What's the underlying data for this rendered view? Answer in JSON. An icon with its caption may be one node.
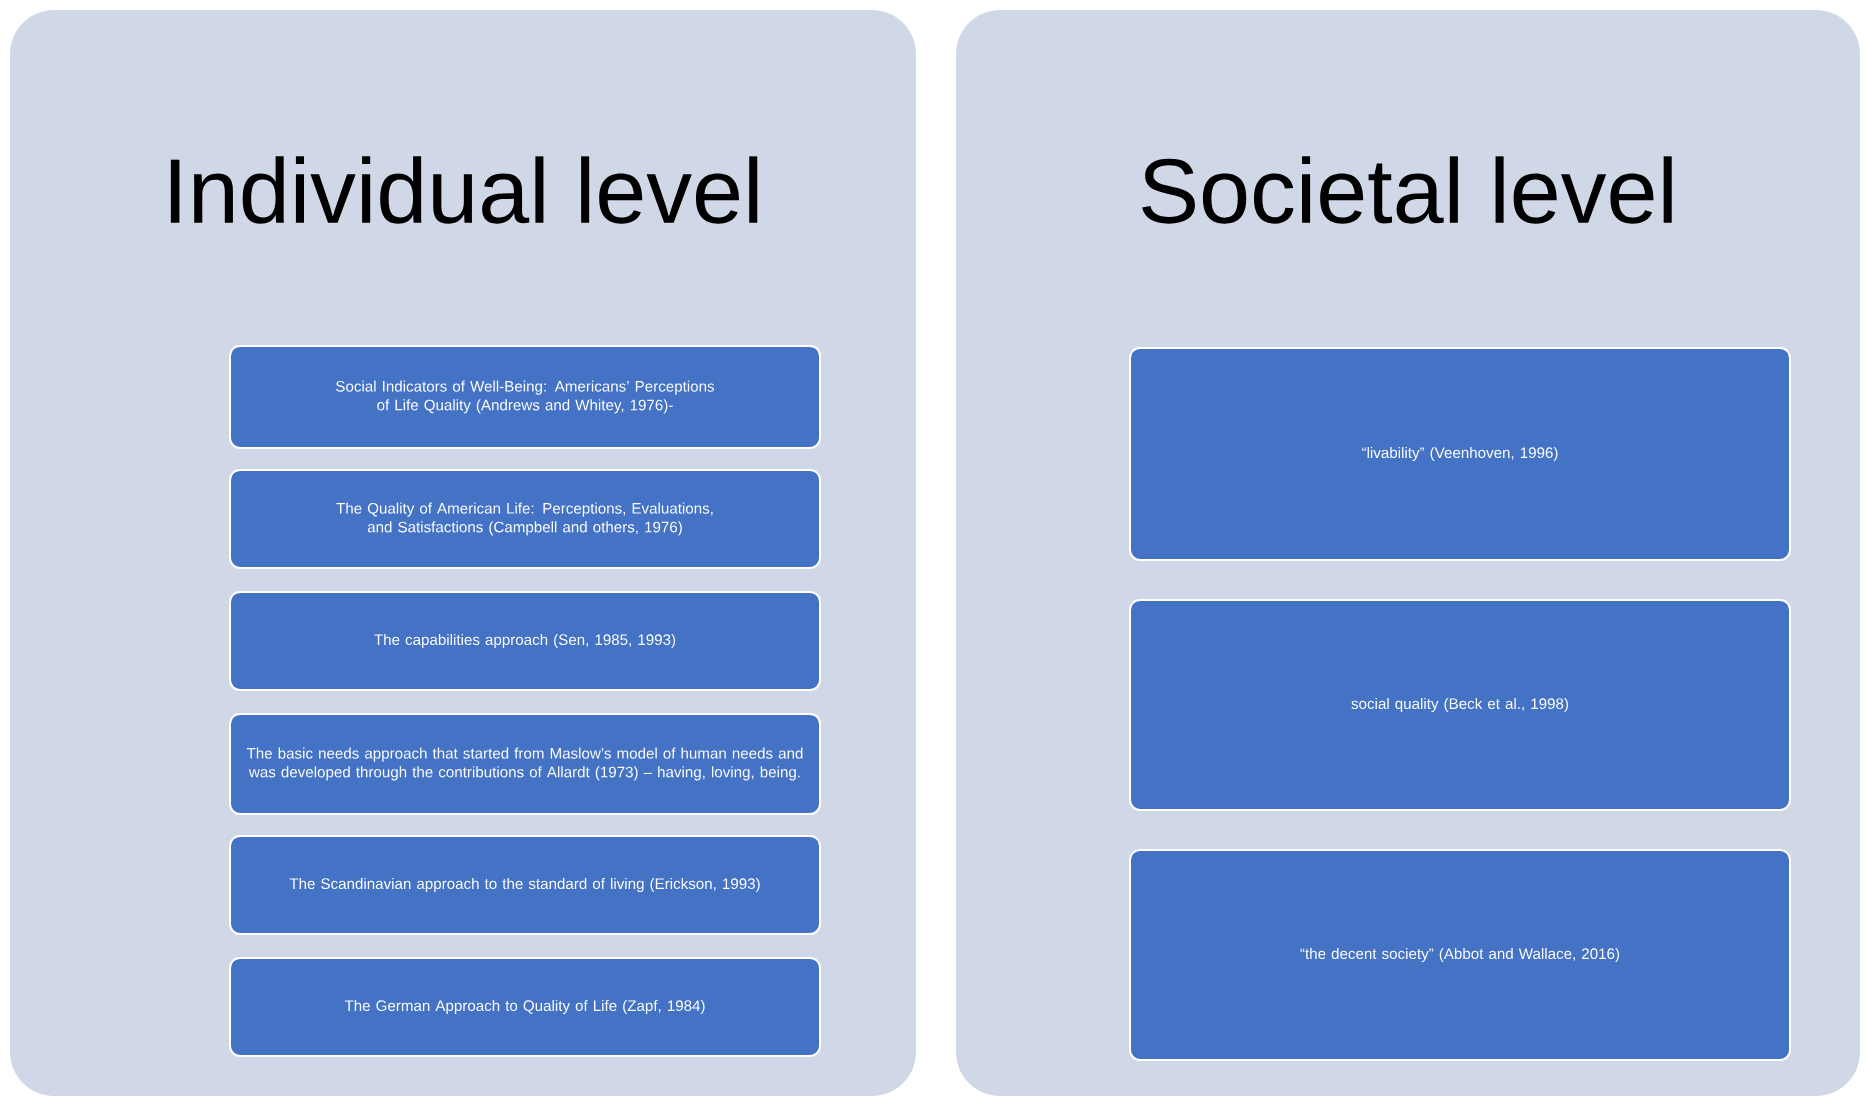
{
  "diagram": {
    "nodes": [
      {
        "text": [
          "Individual level"
        ]
      },
      {
        "text": [
          "Social Indicators of Well-Being: Americans’ Perceptions of Life Quality (Andrews and Whitey, 1976)-"
        ],
        "in": 0
      },
      {
        "text": [
          "The Quality of American Life: Perceptions, Evaluations, and Satisfactions (Campbell and others, 1976)"
        ],
        "in": 0
      },
      {
        "text": [
          "The capabilities approach (Sen, 1985, 1993)"
        ],
        "in": 0
      },
      {
        "text": [
          "The basic needs approach that started from Maslow’s model of human needs and was developed through the contributions of Allardt (1973) – having, loving, being."
        ],
        "in": 0
      },
      {
        "text": [
          "The Scandinavian approach to the standard of living (Erickson, 1993)"
        ],
        "in": 0
      },
      {
        "text": [
          "The German Approach to Quality of Life (Zapf, 1984)"
        ],
        "in": 0
      },
      {
        "text": [
          "Societal level"
        ]
      },
      {
        "text": [
          "“livability” (Veenhoven, 1996)"
        ],
        "in": 7
      },
      {
        "text": [
          "social quality (Beck et al., 1998)"
        ],
        "in": 7
      },
      {
        "text": [
          "“the decent society” (Abbot and Wallace, 2016)"
        ],
        "in": 7
      }
    ],
    "edges": []
  }
}
